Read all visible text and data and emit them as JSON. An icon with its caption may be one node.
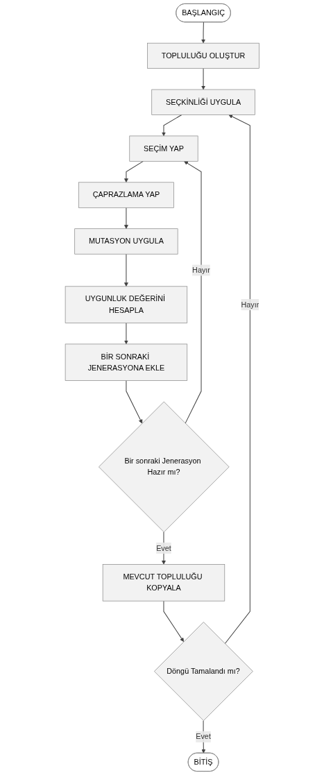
{
  "diagram": {
    "nodes": [
      {
        "text": [
          "BAŞLANGIÇ"
        ]
      },
      {
        "text": [
          "BİTİŞ"
        ]
      },
      {
        "text": [
          "TOPLULUĞU OLUŞTUR"
        ]
      },
      {
        "text": [
          "Döngü Tamalandı mı?"
        ]
      },
      {
        "text": [
          "SEÇKİNLİĞİ UYGULA"
        ]
      },
      {
        "text": [
          "MEVCUT TOPLULUĞU KOPYALA"
        ]
      },
      {
        "text": [
          "SEÇİM YAP"
        ]
      },
      {
        "text": [
          "Bir sonraki Jenerasyon Hazır mı?"
        ]
      },
      {
        "text": [
          "ÇAPRAZLAMA YAP"
        ]
      },
      {
        "text": [
          "BİR SONRAKİ JENERASYONA EKLE"
        ]
      },
      {
        "text": [
          "MUTASYON UYGULA"
        ]
      },
      {
        "text": [
          "UYGUNLUK DEĞERİNİ HESAPLA"
        ]
      }
    ],
    "edges": [
      {
        "from": 0,
        "to": 2,
        "arrow": "to"
      },
      {
        "from": 2,
        "to": 4,
        "arrow": "to"
      },
      {
        "from": 4,
        "to": 6,
        "arrow": "to"
      },
      {
        "from": 6,
        "to": 8,
        "arrow": "to"
      },
      {
        "from": 8,
        "to": 10,
        "arrow": "to"
      },
      {
        "from": 10,
        "to": 11,
        "arrow": "to"
      },
      {
        "from": 11,
        "to": 9,
        "arrow": "to"
      },
      {
        "from": 9,
        "to": 7,
        "arrow": "to"
      },
      {
        "from": 7,
        "to": 5,
        "label": "Evet",
        "arrow": "to"
      },
      {
        "from": 7,
        "to": 6,
        "label": "Hayır",
        "arrow": "to"
      },
      {
        "from": 5,
        "to": 3,
        "arrow": "to"
      },
      {
        "from": 3,
        "to": 1,
        "label": "Evet",
        "arrow": "to"
      },
      {
        "from": 3,
        "to": 4,
        "label": "Hayır",
        "arrow": "to"
      }
    ]
  }
}
